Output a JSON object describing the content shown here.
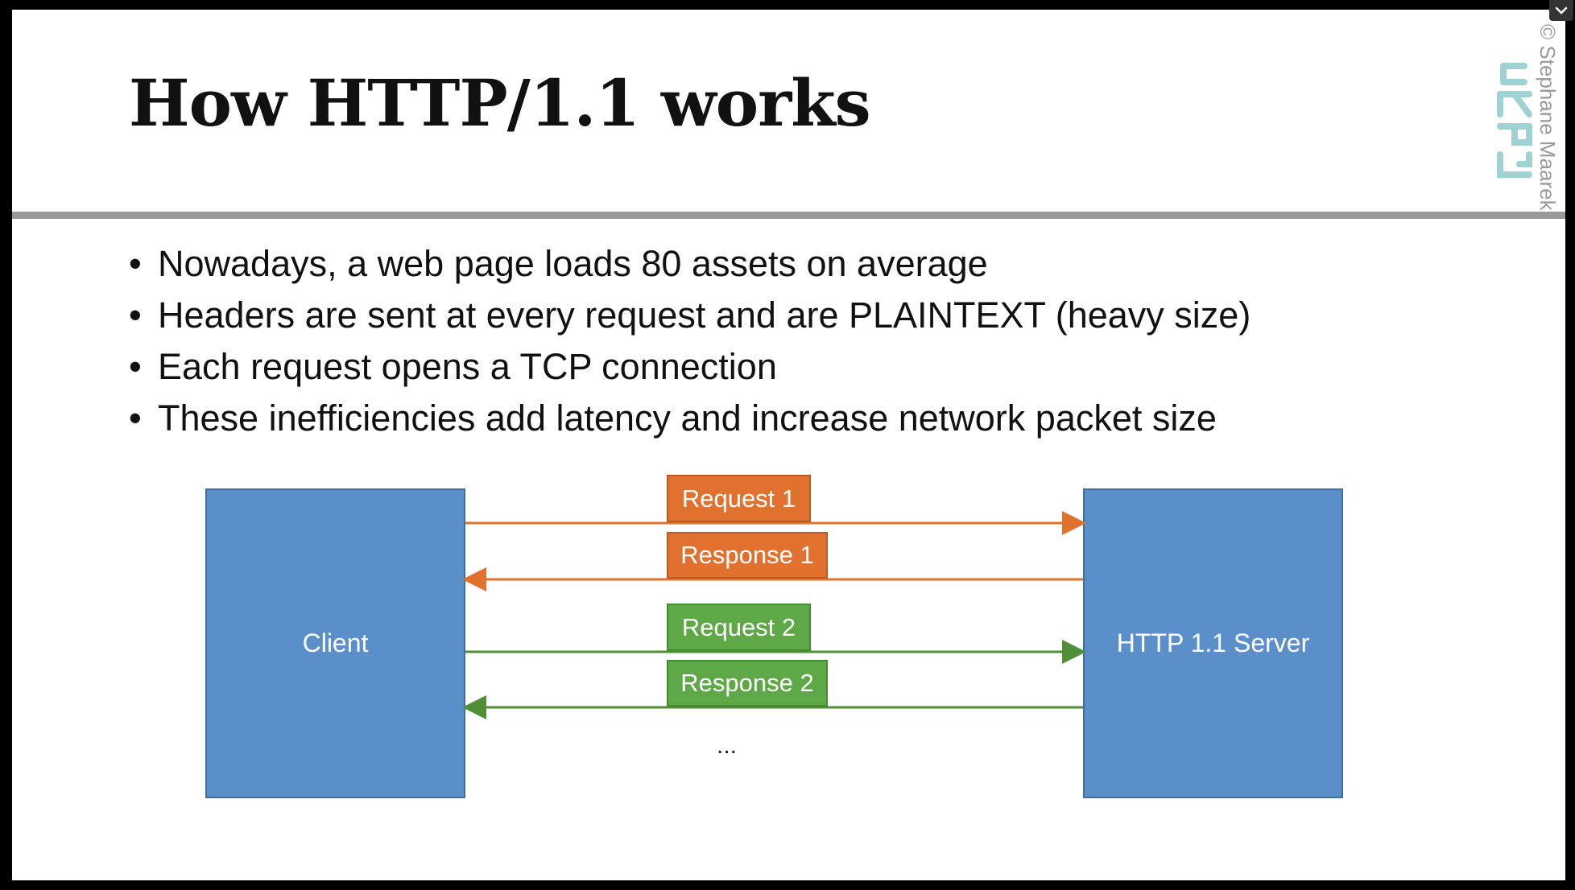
{
  "slide": {
    "title": "How HTTP/1.1 works",
    "watermark": "© Stephane Maarek",
    "logo": "gRPC",
    "bullets": [
      "Nowadays, a web page loads 80 assets on average",
      "Headers are sent at every request and are PLAINTEXT (heavy size)",
      "Each request opens a TCP connection",
      "These inefficiencies add latency and increase network packet size"
    ],
    "diagram": {
      "client": "Client",
      "server": "HTTP 1.1 Server",
      "request1": "Request 1",
      "response1": "Response 1",
      "request2": "Request 2",
      "response2": "Response 2",
      "more": "..."
    }
  },
  "colors": {
    "box_blue": "#5b8fca",
    "orange": "#e0712f",
    "green": "#5fa848",
    "rule_gray": "#999999"
  },
  "icons": {
    "collapse": "chevron-down-icon"
  }
}
